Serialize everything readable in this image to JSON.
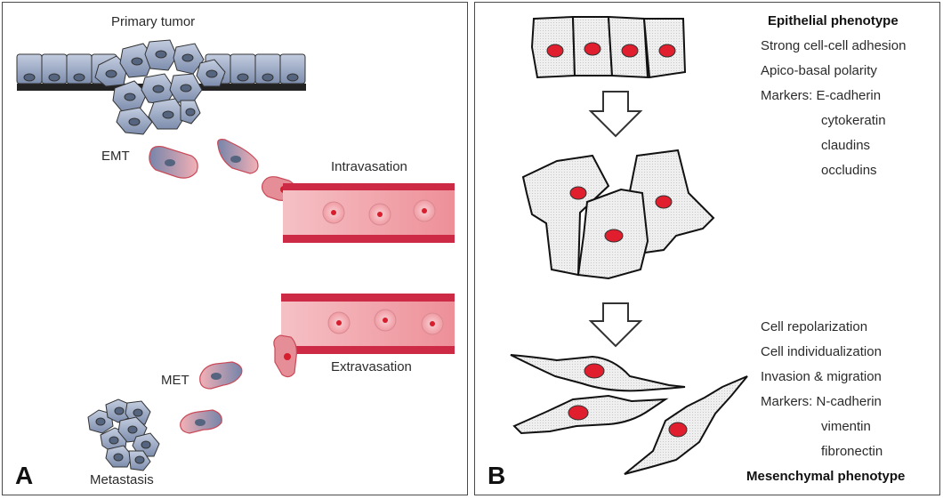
{
  "panel_a": {
    "letter": "A",
    "labels": {
      "primary_tumor": "Primary tumor",
      "emt": "EMT",
      "intravasation": "Intravasation",
      "met": "MET",
      "extravasation": "Extravasation",
      "metastasis": "Metastasis"
    }
  },
  "panel_b": {
    "letter": "B",
    "epithelial": {
      "title": "Epithelial phenotype",
      "lines": [
        "Strong cell-cell adhesion",
        "Apico-basal polarity",
        "Markers: E-cadherin",
        "cytokeratin",
        "claudins",
        "occludins"
      ]
    },
    "mesenchymal": {
      "title": "Mesenchymal phenotype",
      "lines": [
        "Cell repolarization",
        "Cell individualization",
        "Invasion & migration",
        "Markers: N-cadherin",
        "vimentin",
        "fibronectin"
      ]
    }
  },
  "colors": {
    "epithelial_cell": "#8b9bb8",
    "mesenchymal_pink": "#e8939a",
    "vessel_red": "#cc2a45",
    "vessel_fill": "#f1a0a8",
    "nucleus_red": "#e01e2e",
    "cell_outline": "#222222"
  }
}
